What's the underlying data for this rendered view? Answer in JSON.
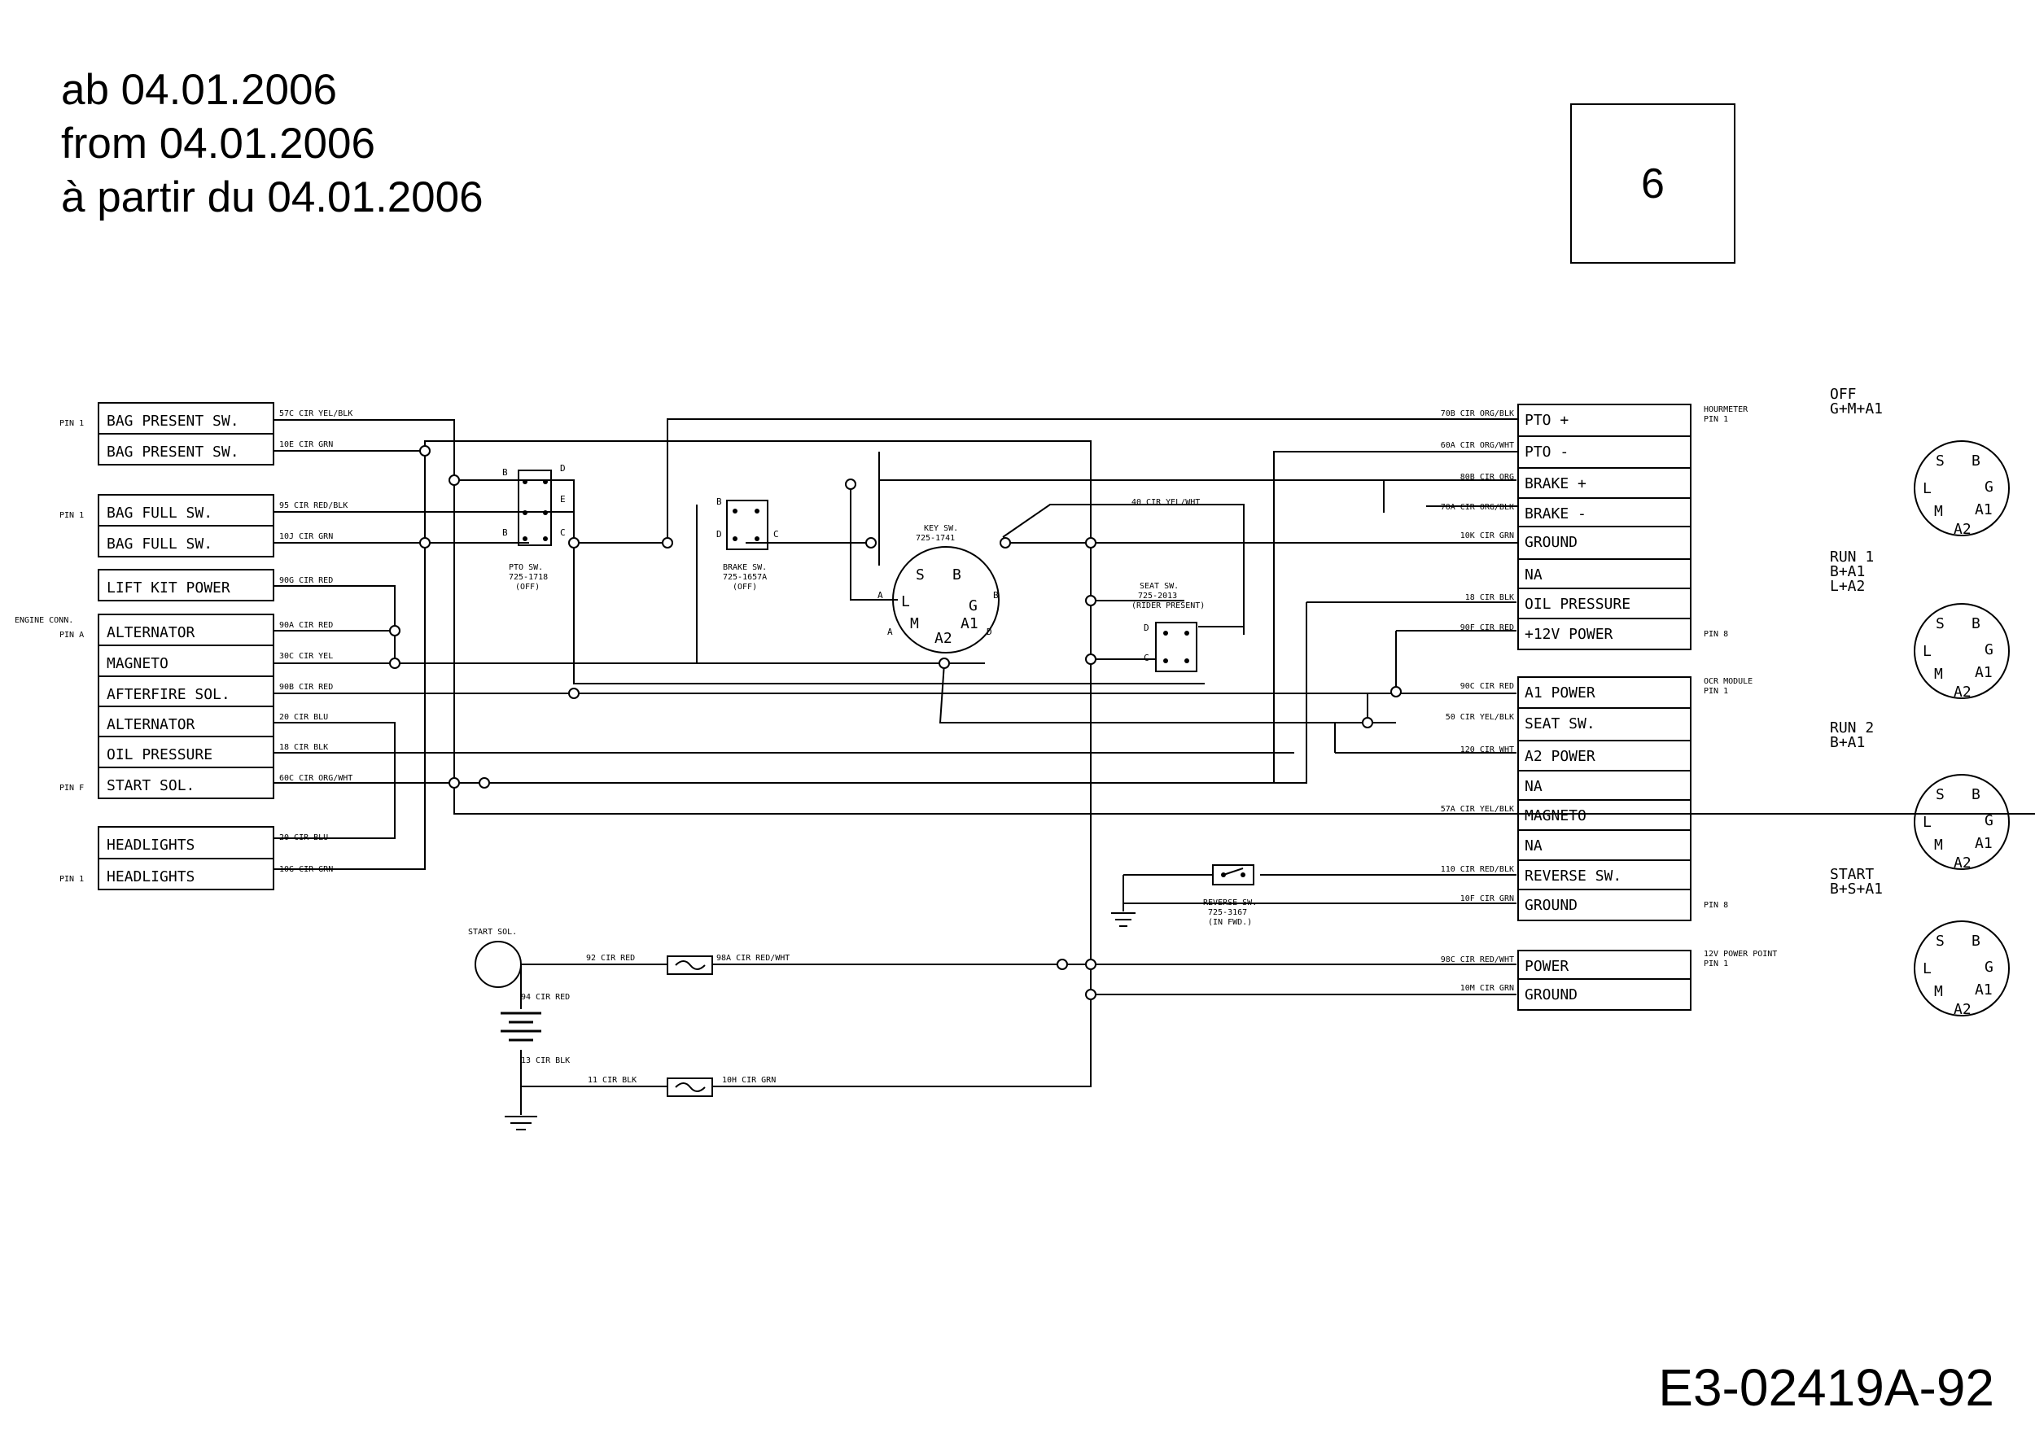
{
  "header": {
    "date_de": "ab 04.01.2006",
    "date_en": "from 04.01.2006",
    "date_fr": "à partir du 04.01.2006"
  },
  "page_number": "6",
  "drawing_number": "E3-02419A-92",
  "left_connectors": [
    {
      "label": "BAG PRESENT SW.",
      "pin": "PIN 1",
      "wire": "57C CIR YEL/BLK"
    },
    {
      "label": "BAG PRESENT SW.",
      "pin": "",
      "wire": "10E CIR GRN"
    },
    {
      "label": "BAG FULL SW.",
      "pin": "PIN 1",
      "wire": "95 CIR RED/BLK"
    },
    {
      "label": "BAG FULL SW.",
      "pin": "",
      "wire": "10J CIR GRN"
    },
    {
      "label": "LIFT KIT POWER",
      "pin": "",
      "wire": "90G CIR RED"
    },
    {
      "label": "ALTERNATOR",
      "pin": "PIN A",
      "wire": "90A CIR RED"
    },
    {
      "label": "MAGNETO",
      "pin": "",
      "wire": "30C CIR YEL"
    },
    {
      "label": "AFTERFIRE SOL.",
      "pin": "",
      "wire": "90B CIR RED"
    },
    {
      "label": "ALTERNATOR",
      "pin": "",
      "wire": "20 CIR BLU"
    },
    {
      "label": "OIL PRESSURE",
      "pin": "",
      "wire": "18 CIR BLK"
    },
    {
      "label": "START SOL.",
      "pin": "PIN F",
      "wire": "60C CIR ORG/WHT"
    },
    {
      "label": "HEADLIGHTS",
      "pin": "",
      "wire": "20 CIR BLU"
    },
    {
      "label": "HEADLIGHTS",
      "pin": "PIN 1",
      "wire": "10G CIR GRN"
    }
  ],
  "engine_conn": "ENGINE CONN.",
  "right_connectors": [
    {
      "label": "PTO +",
      "wire": "70B CIR ORG/BLK"
    },
    {
      "label": "PTO -",
      "wire": "60A CIR ORG/WHT"
    },
    {
      "label": "BRAKE +",
      "wire": "80B CIR ORG"
    },
    {
      "label": "BRAKE -",
      "wire": "70A CIR ORG/BLK"
    },
    {
      "label": "GROUND",
      "wire": "10K CIR GRN"
    },
    {
      "label": "NA",
      "wire": ""
    },
    {
      "label": "OIL PRESSURE",
      "wire": "18 CIR BLK"
    },
    {
      "label": "+12V POWER",
      "wire": "90F CIR RED"
    },
    {
      "label": "A1 POWER",
      "wire": "90C CIR RED"
    },
    {
      "label": "SEAT SW.",
      "wire": "50 CIR YEL/BLK"
    },
    {
      "label": "A2 POWER",
      "wire": "120 CIR WHT"
    },
    {
      "label": "NA",
      "wire": ""
    },
    {
      "label": "MAGNETO",
      "wire": "57A CIR YEL/BLK"
    },
    {
      "label": "NA",
      "wire": ""
    },
    {
      "label": "REVERSE SW.",
      "wire": "110 CIR RED/BLK"
    },
    {
      "label": "GROUND",
      "wire": "10F CIR GRN"
    },
    {
      "label": "POWER",
      "wire": "98C CIR RED/WHT"
    },
    {
      "label": "GROUND",
      "wire": "10M CIR GRN"
    }
  ],
  "right_notes": {
    "hourmeter": "HOURMETER",
    "hourmeter_pin": "PIN 1",
    "pin_8a": "PIN 8",
    "ocr_module": "OCR MODULE",
    "ocr_pin": "PIN 1",
    "pin_8b": "PIN 8",
    "power_point": "12V POWER POINT",
    "power_point_pin": "PIN 1"
  },
  "switches": {
    "pto": {
      "name": "PTO SW.",
      "part": "725-1718",
      "state": "(OFF)"
    },
    "brake": {
      "name": "BRAKE SW.",
      "part": "725-1657A",
      "state": "(OFF)"
    },
    "key": {
      "name": "KEY SW.",
      "part": "725-1741"
    },
    "seat": {
      "name": "SEAT SW.",
      "part": "725-2013",
      "state": "(RIDER PRESENT)"
    },
    "reverse": {
      "name": "REVERSE SW.",
      "part": "725-3167",
      "state": "(IN FWD.)"
    }
  },
  "wires_misc": {
    "w40": "40 CIR YEL/WHT",
    "w92": "92 CIR RED",
    "w98a": "98A CIR RED/WHT",
    "w94": "94 CIR RED",
    "w13": "13 CIR BLK",
    "w11": "11 CIR BLK",
    "w10h": "10H CIR GRN"
  },
  "start_sol": "START SOL.",
  "key_positions": [
    {
      "name": "OFF",
      "combo": "G+M+A1",
      "combo2": ""
    },
    {
      "name": "RUN 1",
      "combo": "B+A1",
      "combo2": "L+A2"
    },
    {
      "name": "RUN 2",
      "combo": "B+A1",
      "combo2": ""
    },
    {
      "name": "START",
      "combo": "B+S+A1",
      "combo2": ""
    }
  ]
}
